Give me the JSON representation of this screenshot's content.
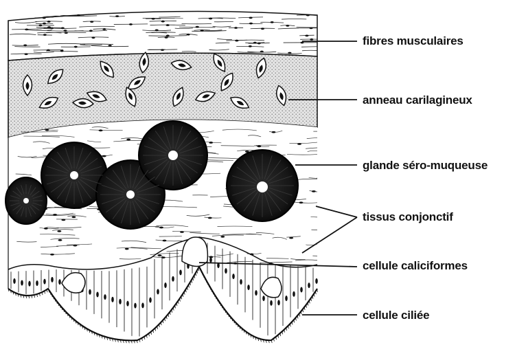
{
  "figure": {
    "labels": {
      "fibres": "fibres musculaires",
      "anneau": "anneau carilagineux",
      "glande": "glande séro-muqueuse",
      "tissus": "tissus conjonctif",
      "caliciformes": "cellule caliciformes",
      "ciliee": "cellule ciliée"
    },
    "colors": {
      "ink": "#111111",
      "cartilage": "#d9d9d9",
      "gland": "#1b1b1b"
    }
  }
}
